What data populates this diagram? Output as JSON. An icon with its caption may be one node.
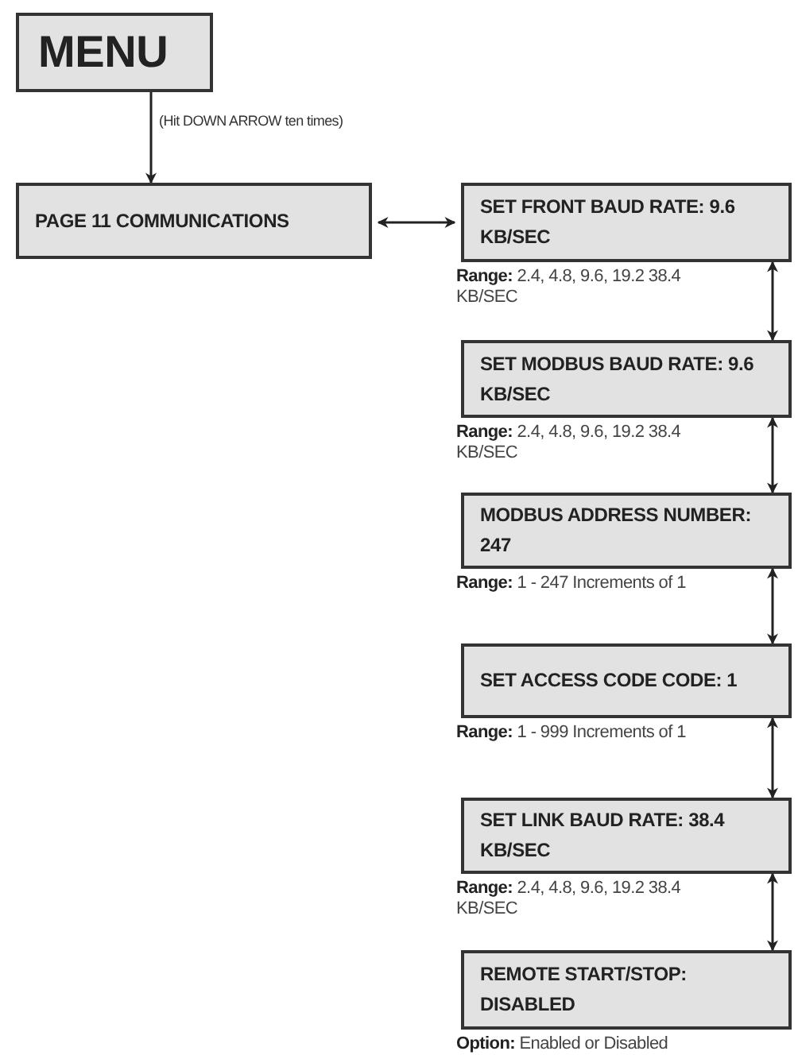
{
  "diagram": {
    "nodes": [
      {
        "text": [
          "MENU"
        ]
      },
      {
        "text": [
          "PAGE 11 COMMUNICATIONS"
        ]
      },
      {
        "text": [
          "SET FRONT BAUD RATE:  9.6 KB/SEC"
        ],
        "beside": [
          "**Range:** 2.4, 4.8, 9.6, 19.2 38.4 KB/SEC"
        ]
      },
      {
        "text": [
          "SET MODBUS BAUD RATE:  9.6 KB/SEC"
        ],
        "beside": [
          "**Range:** 2.4, 4.8, 9.6, 19.2 38.4 KB/SEC"
        ]
      },
      {
        "text": [
          "MODBUS ADDRESS NUMBER:  247"
        ],
        "beside": [
          "**Range:**  1 - 247 Increments of 1"
        ]
      },
      {
        "text": [
          "SET ACCESS CODE CODE:  1"
        ],
        "beside": [
          "**Range:**  1 - 999 Increments of 1"
        ]
      },
      {
        "text": [
          "SET LINK BAUD RATE:  38.4 KB/SEC"
        ],
        "beside": [
          "**Range:** 2.4, 4.8, 9.6, 19.2 38.4 KB/SEC"
        ]
      },
      {
        "text": [
          "REMOTE START/STOP: DISABLED"
        ],
        "beside": [
          "**Option:** Enabled or Disabled"
        ]
      }
    ],
    "edges": [
      {
        "from": 0,
        "to": 1,
        "arrow": "to",
        "label": "(Hit DOWN ARROW ten times)"
      },
      {
        "from": 1,
        "to": 2,
        "arrow": "both"
      },
      {
        "from": 2,
        "to": 3,
        "arrow": "both"
      },
      {
        "from": 3,
        "to": 4,
        "arrow": "both"
      },
      {
        "from": 4,
        "to": 5,
        "arrow": "both"
      },
      {
        "from": 5,
        "to": 6,
        "arrow": "both"
      },
      {
        "from": 6,
        "to": 7,
        "arrow": "both"
      }
    ]
  }
}
